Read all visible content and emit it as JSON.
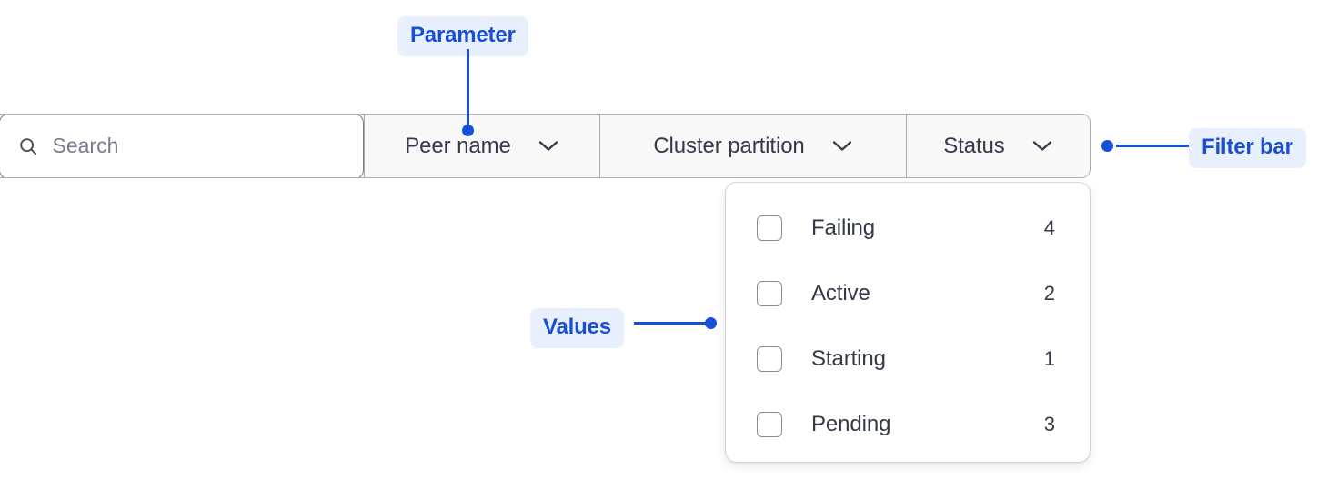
{
  "filter_bar": {
    "search": {
      "icon": "search-icon",
      "value": "",
      "placeholder": "Search"
    },
    "parameters": [
      {
        "label": "Peer name",
        "chevron_icon": "chevron-down-icon",
        "state": "open"
      },
      {
        "label": "Cluster partition",
        "chevron_icon": "chevron-down-icon",
        "state": "closed"
      },
      {
        "label": "Status",
        "chevron_icon": "chevron-down-icon",
        "state": "closed"
      }
    ]
  },
  "dropdown": {
    "options": [
      {
        "label": "Failing",
        "count": "4",
        "checked": false,
        "checkbox_icon": "checkbox-unchecked-icon"
      },
      {
        "label": "Active",
        "count": "2",
        "checked": false,
        "checkbox_icon": "checkbox-unchecked-icon"
      },
      {
        "label": "Starting",
        "count": "1",
        "checked": false,
        "checkbox_icon": "checkbox-unchecked-icon"
      },
      {
        "label": "Pending",
        "count": "3",
        "checked": false,
        "checkbox_icon": "checkbox-unchecked-icon"
      }
    ]
  },
  "annotations": {
    "parameter": "Parameter",
    "values": "Values",
    "filter_bar": "Filter bar"
  },
  "colors": {
    "annotation_text": "#1a50d0",
    "annotation_background": "#e8f0fe",
    "leader": "#1550d6",
    "bar_border": "#acaeb6",
    "bar_fill": "#f8f8f9",
    "search_border": "#7a7f8c",
    "text": "#343a47",
    "placeholder": "#777d8b",
    "panel_border": "#d3d5da"
  }
}
